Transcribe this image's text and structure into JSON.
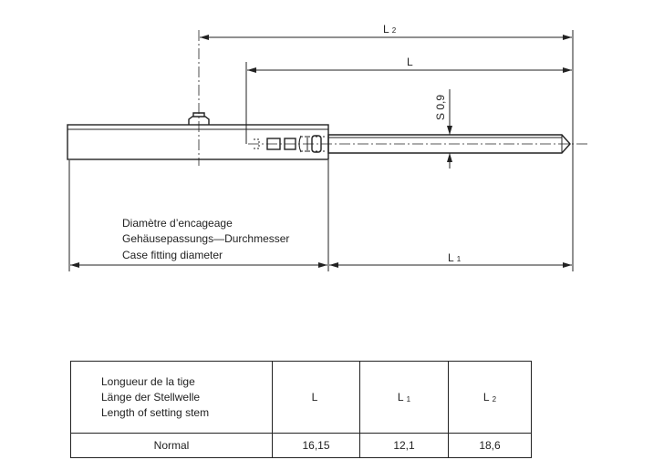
{
  "drawing": {
    "dim_L2": "L",
    "dim_L2_sub": "2",
    "dim_L": "L",
    "dim_L1": "L",
    "dim_L1_sub": "1",
    "dim_S": "S 0,9",
    "case_label": [
      "Diamètre d’encageage",
      "Gehäusepassungs—Durchmesser",
      "Case fitting diameter"
    ]
  },
  "table": {
    "header_label": [
      "Longueur de la tige",
      "Länge der Stellwelle",
      "Length of setting stem"
    ],
    "columns": [
      {
        "label": "L",
        "sub": ""
      },
      {
        "label": "L",
        "sub": "1"
      },
      {
        "label": "L",
        "sub": "2"
      }
    ],
    "rows": [
      {
        "name": "Normal",
        "values": [
          "16,15",
          "12,1",
          "18,6"
        ]
      }
    ]
  }
}
